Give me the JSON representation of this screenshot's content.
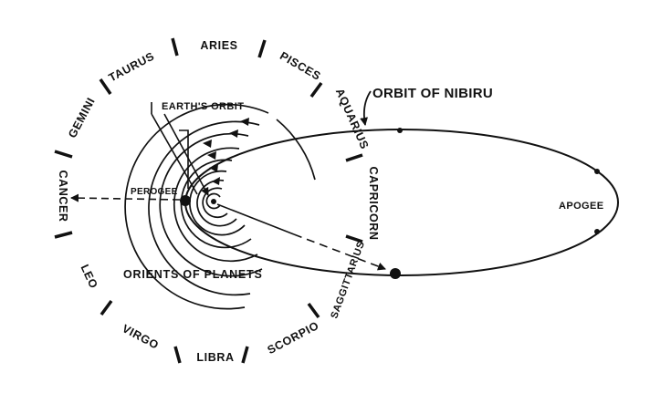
{
  "colors": {
    "ink": "#111111",
    "background": "#ffffff"
  },
  "zodiac": {
    "aries": "ARIES",
    "pisces": "PISCES",
    "aquarius": "AQUARIUS",
    "capricorn": "CAPRICORN",
    "sagittarius": "SAGGITTARIUS",
    "scorpio": "SCORPIO",
    "libra": "LIBRA",
    "virgo": "VIRGO",
    "leo": "LEO",
    "cancer": "CANCER",
    "gemini": "GEMINI",
    "taurus": "TAURUS"
  },
  "labels": {
    "orbit_of_nibiru": "ORBIT OF NIBIRU",
    "earths_orbit": "EARTH'S ORBIT",
    "perogee": "PEROGEE",
    "apogee": "APOGEE",
    "orients_of_planets": "ORIENTS  OF  PLANETS"
  },
  "icons": {
    "sun": "sun-dot-icon",
    "nibiru": "nibiru-body-icon"
  }
}
